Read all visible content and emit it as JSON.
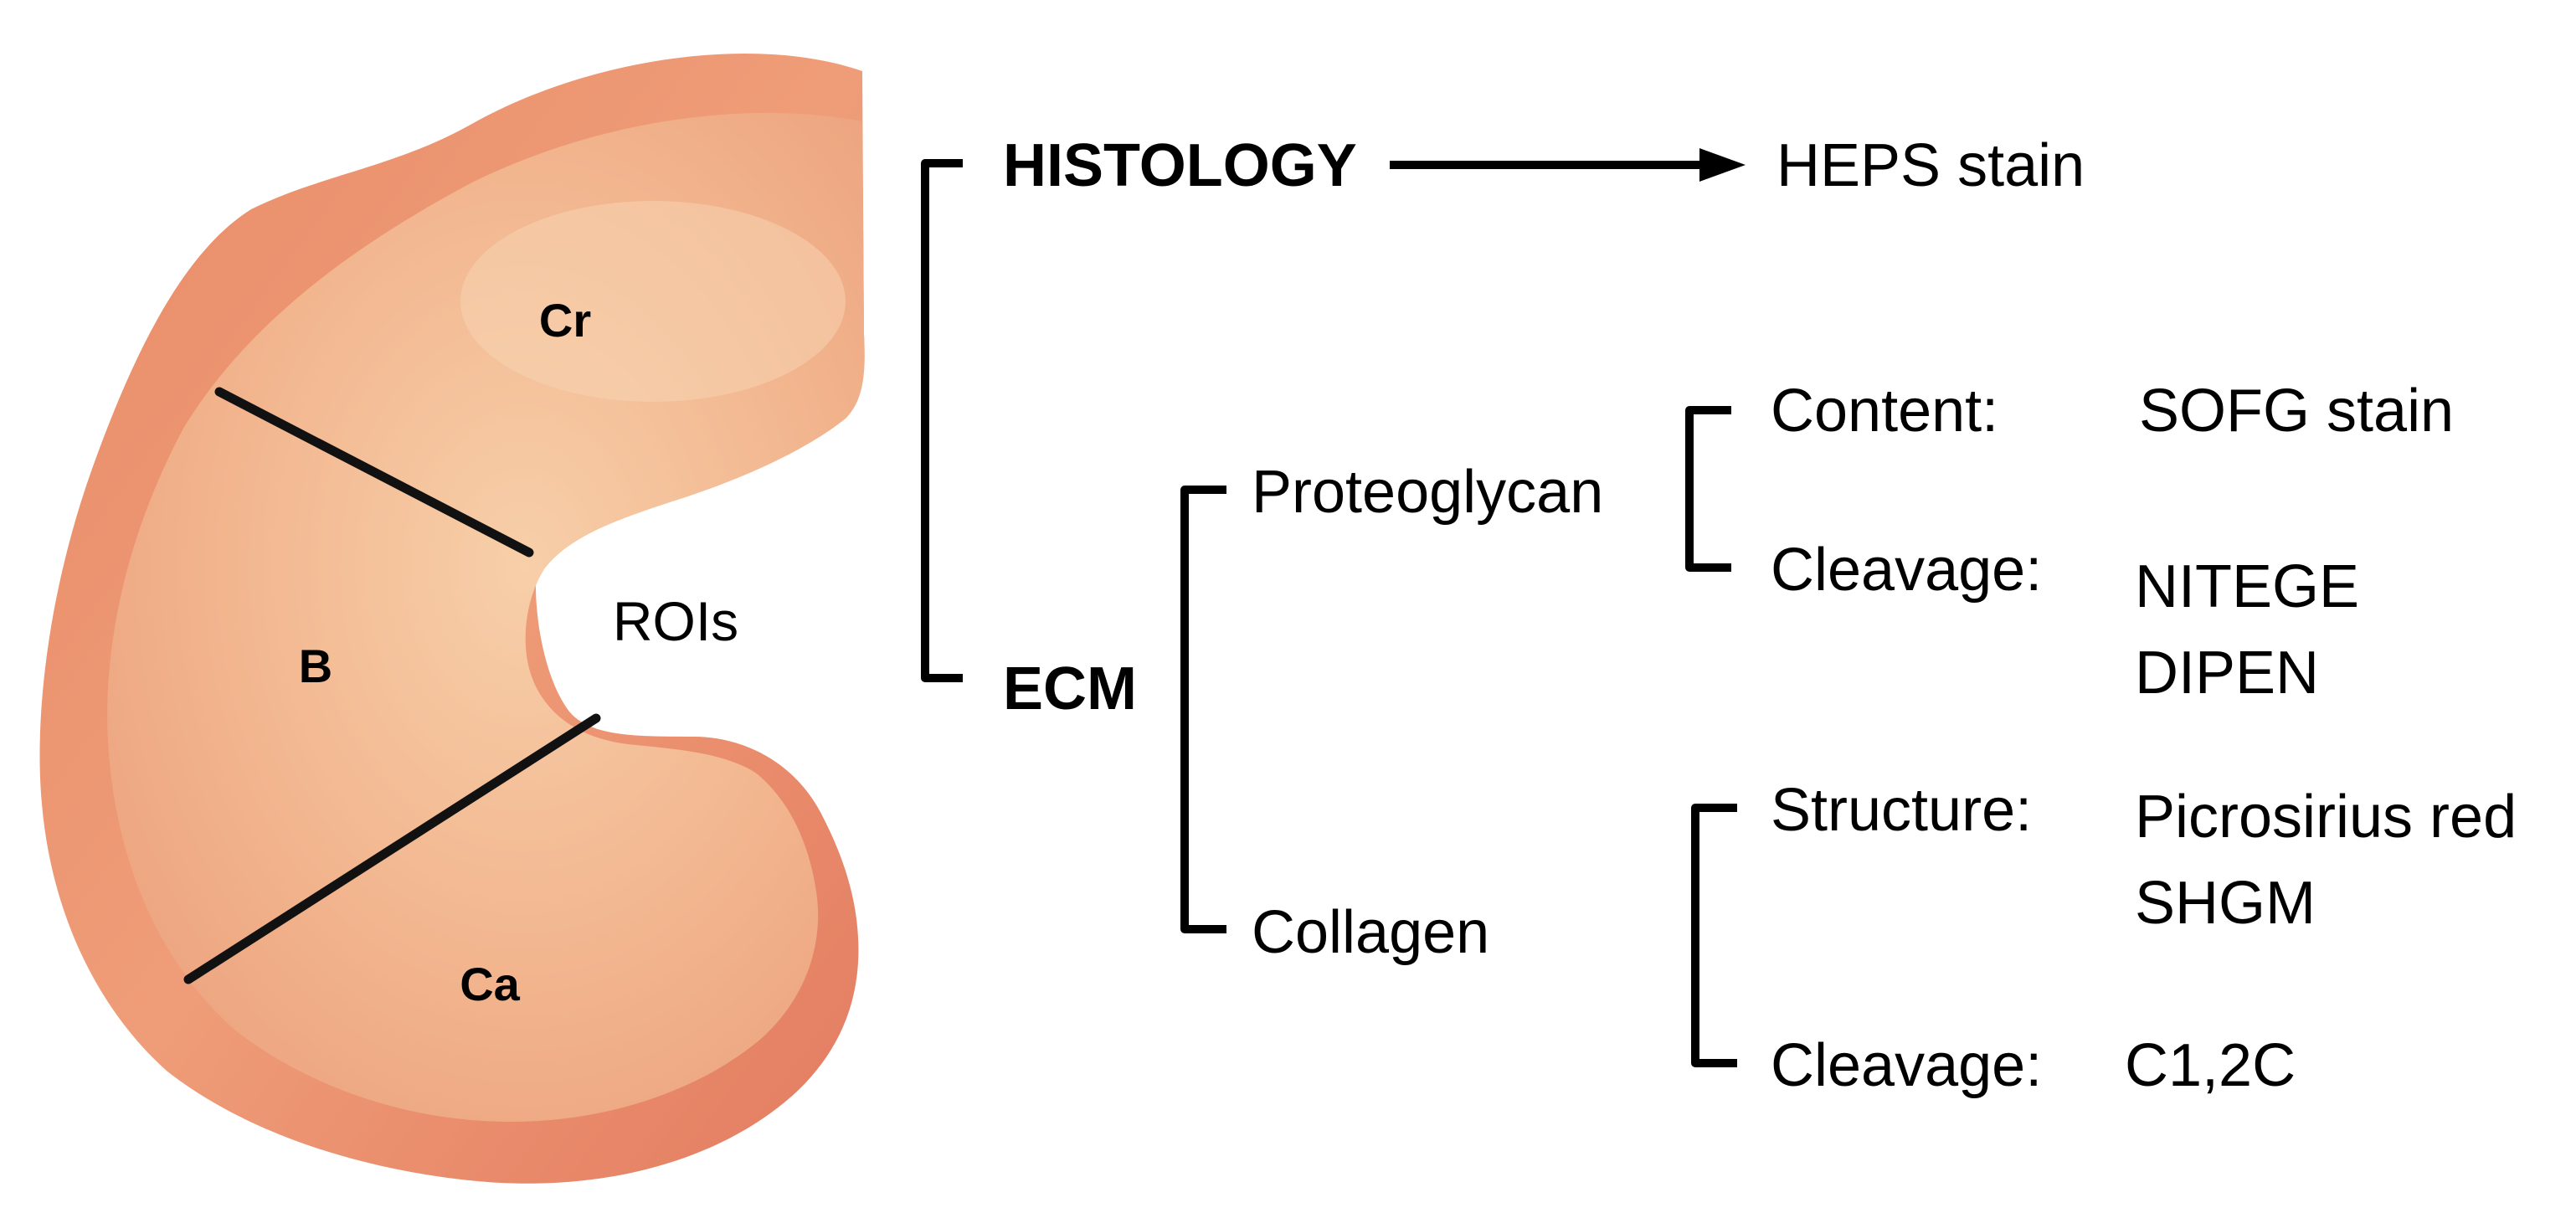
{
  "specimen": {
    "region_labels": {
      "cranial": "Cr",
      "body": "B",
      "caudal": "Ca"
    },
    "roi_label": "ROIs",
    "colors": {
      "tissue_outer": "#e9876a",
      "tissue_surface": "#f1b48d",
      "tissue_highlight": "#f6cba6",
      "roi_lines": "#111111"
    }
  },
  "tree": {
    "histology": {
      "label": "HISTOLOGY",
      "method": "HEPS stain"
    },
    "ecm": {
      "label": "ECM",
      "proteoglycan": {
        "label": "Proteoglycan",
        "content_label": "Content:",
        "content_method": "SOFG stain",
        "cleavage_label": "Cleavage:",
        "cleavage_methods": [
          "NITEGE",
          "DIPEN"
        ]
      },
      "collagen": {
        "label": "Collagen",
        "structure_label": "Structure:",
        "structure_methods": [
          "Picrosirius red",
          "SHGM"
        ],
        "cleavage_label": "Cleavage:",
        "cleavage_method": "C1,2C"
      }
    }
  }
}
